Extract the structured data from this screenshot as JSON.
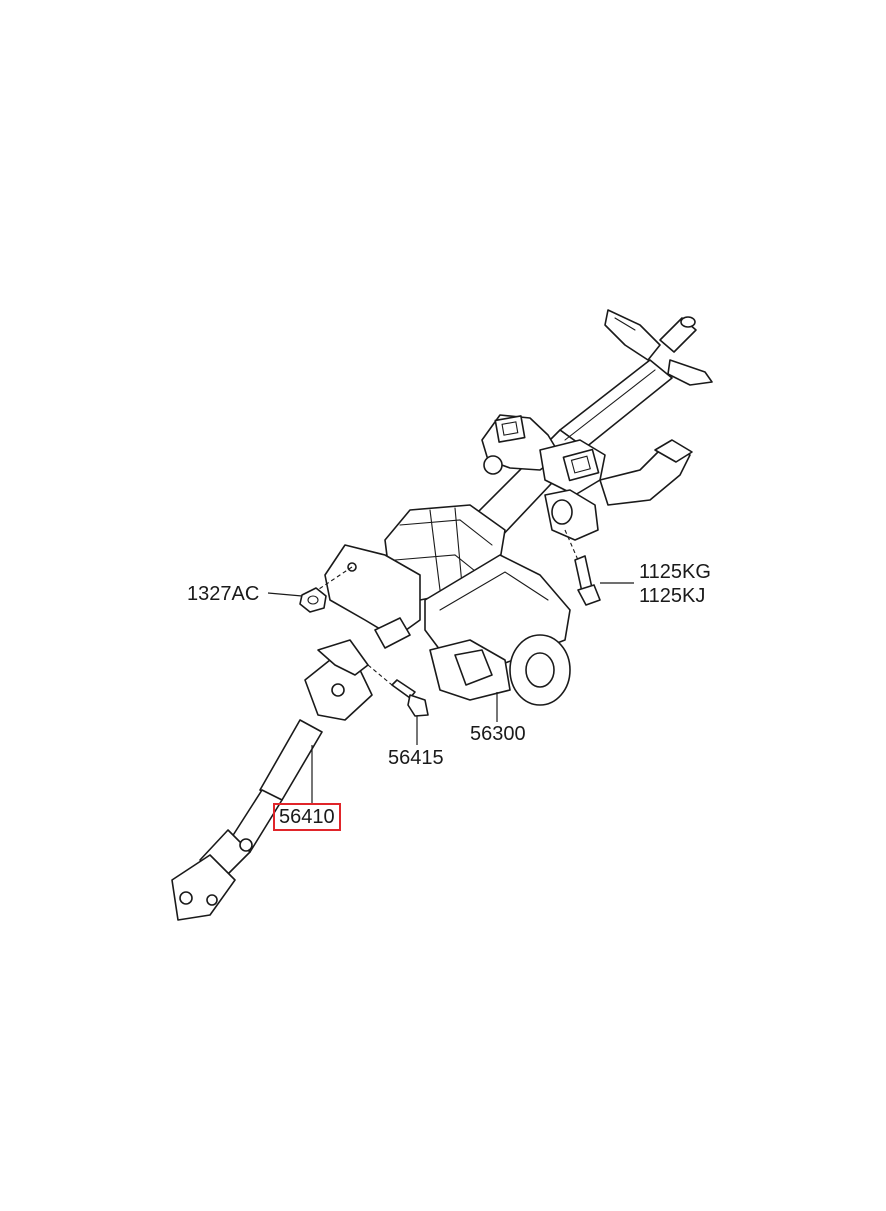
{
  "diagram": {
    "parts": [
      {
        "id": "p1327AC",
        "label": "1327AC"
      },
      {
        "id": "p1125KG",
        "label": "1125KG"
      },
      {
        "id": "p1125KJ",
        "label": "1125KJ"
      },
      {
        "id": "p56300",
        "label": "56300"
      },
      {
        "id": "p56415",
        "label": "56415"
      },
      {
        "id": "p56410",
        "label": "56410",
        "highlighted": true
      }
    ],
    "highlight_color": "#e0252a"
  }
}
